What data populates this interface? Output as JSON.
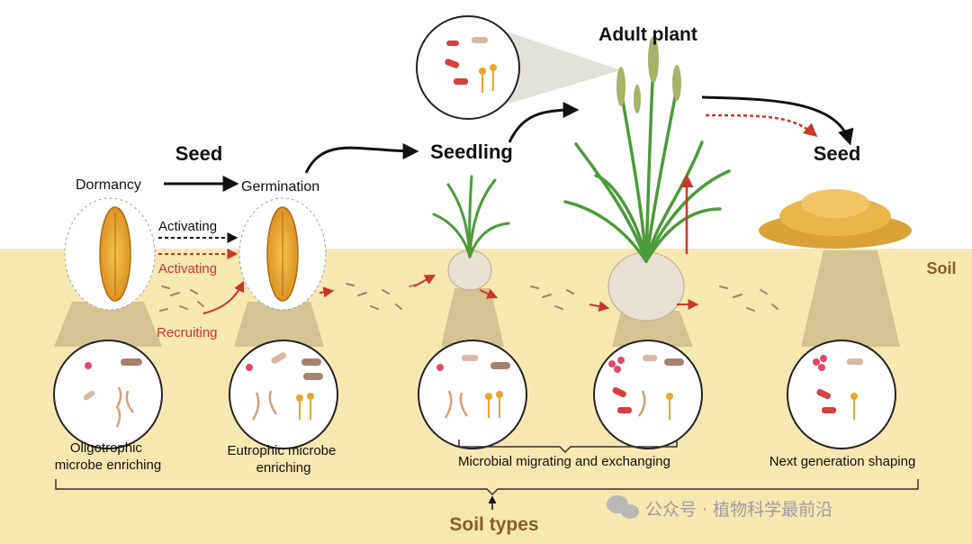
{
  "stages": {
    "seed_left": "Seed",
    "seedling": "Seedling",
    "adult": "Adult plant",
    "seed_right": "Seed"
  },
  "process": {
    "dormancy": "Dormancy",
    "germination": "Germination",
    "activating_black": "Activating",
    "activating_red": "Activating",
    "recruiting": "Recruiting"
  },
  "soil_label": "Soil",
  "captions": {
    "oligotrophic": [
      "Oligotrophic",
      "microbe enriching"
    ],
    "eutrophic": [
      "Eutrophic microbe",
      "enriching"
    ],
    "migrating": "Microbial migrating  and exchanging",
    "next_gen": "Next generation shaping"
  },
  "bottom_label": "Soil types",
  "watermark": "公众号 · 植物科学最前沿",
  "colors": {
    "soil": "#f7e7b1",
    "red_accent": "#c8382b",
    "caption_brown": "#8a5a2b",
    "microbe_brown": "#a88070",
    "seed_gold": "#e9a02a",
    "leaf_green": "#4c9a3a"
  }
}
